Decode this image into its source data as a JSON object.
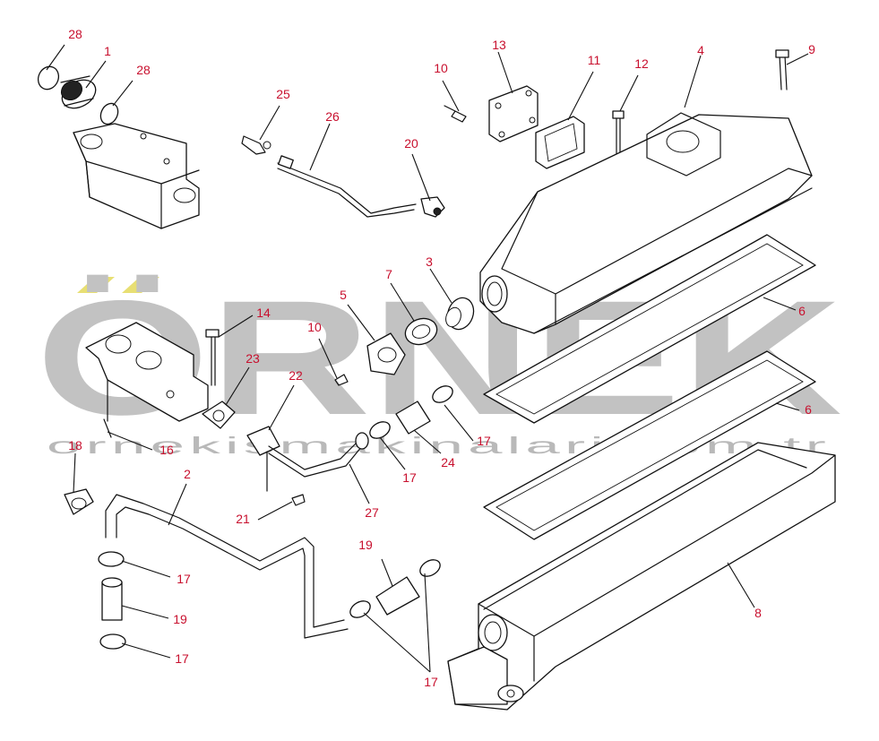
{
  "watermark": {
    "brand": "ÖRNEK",
    "url": "ornekismakinalari.com.tr",
    "accent_color": "#e8df73",
    "text_color": "#c2c2c2"
  },
  "callouts": [
    "28",
    "1",
    "28",
    "25",
    "26",
    "20",
    "13",
    "10",
    "11",
    "12",
    "4",
    "9",
    "3",
    "7",
    "5",
    "10",
    "6",
    "14",
    "23",
    "22",
    "6",
    "18",
    "16",
    "17",
    "24",
    "17",
    "2",
    "21",
    "27",
    "17",
    "19",
    "19",
    "8",
    "17",
    "17"
  ],
  "colors": {
    "callout": "#c8102e",
    "line": "#111111",
    "background": "#ffffff"
  }
}
